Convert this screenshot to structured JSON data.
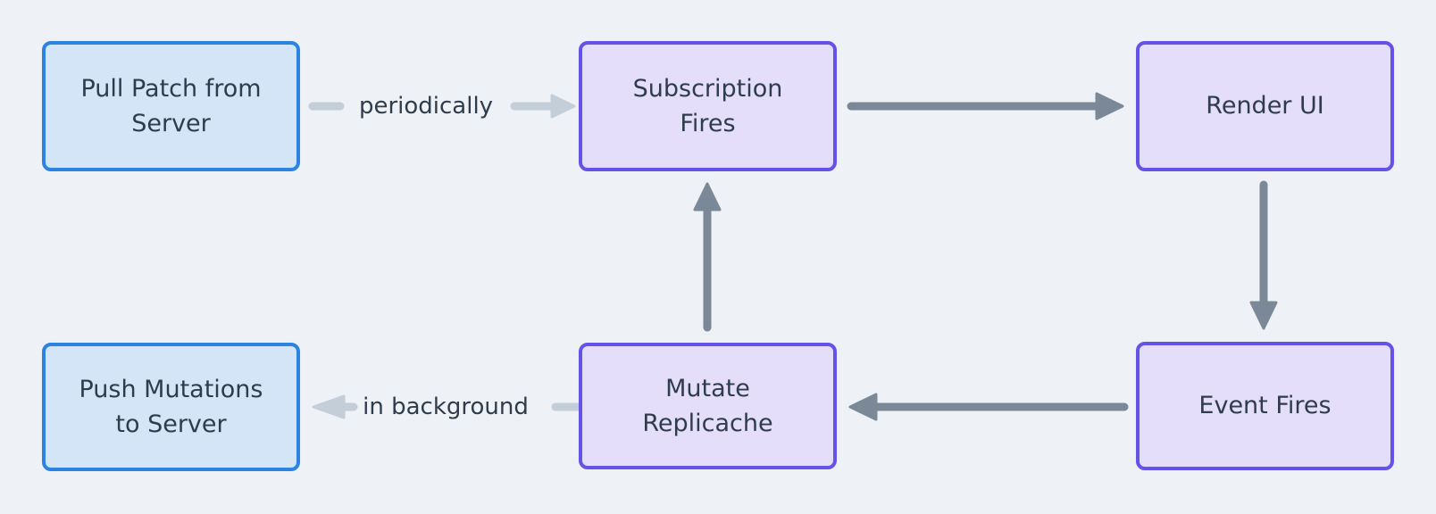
{
  "diagram": {
    "nodes": [
      {
        "id": "pull-patch",
        "label": "Pull Patch from\nServer",
        "kind": "server"
      },
      {
        "id": "subscription-fires",
        "label": "Subscription\nFires",
        "kind": "client"
      },
      {
        "id": "render-ui",
        "label": "Render UI",
        "kind": "client"
      },
      {
        "id": "push-mutations",
        "label": "Push Mutations\nto Server",
        "kind": "server"
      },
      {
        "id": "mutate-replicache",
        "label": "Mutate\nReplicache",
        "kind": "client"
      },
      {
        "id": "event-fires",
        "label": "Event Fires",
        "kind": "client"
      }
    ],
    "edges": [
      {
        "from": "pull-patch",
        "to": "subscription-fires",
        "label": "periodically",
        "style": "light"
      },
      {
        "from": "subscription-fires",
        "to": "render-ui",
        "label": "",
        "style": "dark"
      },
      {
        "from": "render-ui",
        "to": "event-fires",
        "label": "",
        "style": "dark"
      },
      {
        "from": "event-fires",
        "to": "mutate-replicache",
        "label": "",
        "style": "dark"
      },
      {
        "from": "mutate-replicache",
        "to": "subscription-fires",
        "label": "",
        "style": "dark"
      },
      {
        "from": "mutate-replicache",
        "to": "push-mutations",
        "label": "in background",
        "style": "light"
      }
    ]
  },
  "colors": {
    "bg": "#eef1f5",
    "server-fill": "#d4e5f7",
    "server-border": "#2b84e2",
    "client-fill": "#e4defb",
    "client-border": "#6553e8",
    "text": "#2f3c4c",
    "arrow-dark": "#7b8898",
    "arrow-light": "#c3ced9"
  }
}
